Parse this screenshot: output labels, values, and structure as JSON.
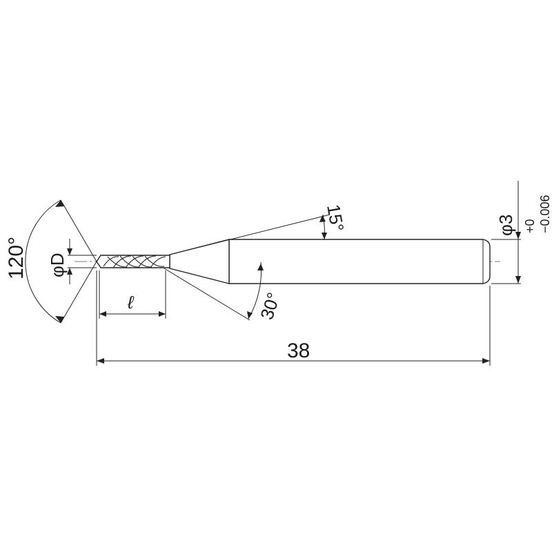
{
  "labels": {
    "tip_angle": "120°",
    "diameter": "φD",
    "flute_length": "ℓ",
    "neck_angle_top": "15°",
    "neck_angle_bottom": "30°",
    "overall_length": "38",
    "shank_diameter": "φ3",
    "tol_upper": "+0",
    "tol_lower": "−0.006"
  }
}
